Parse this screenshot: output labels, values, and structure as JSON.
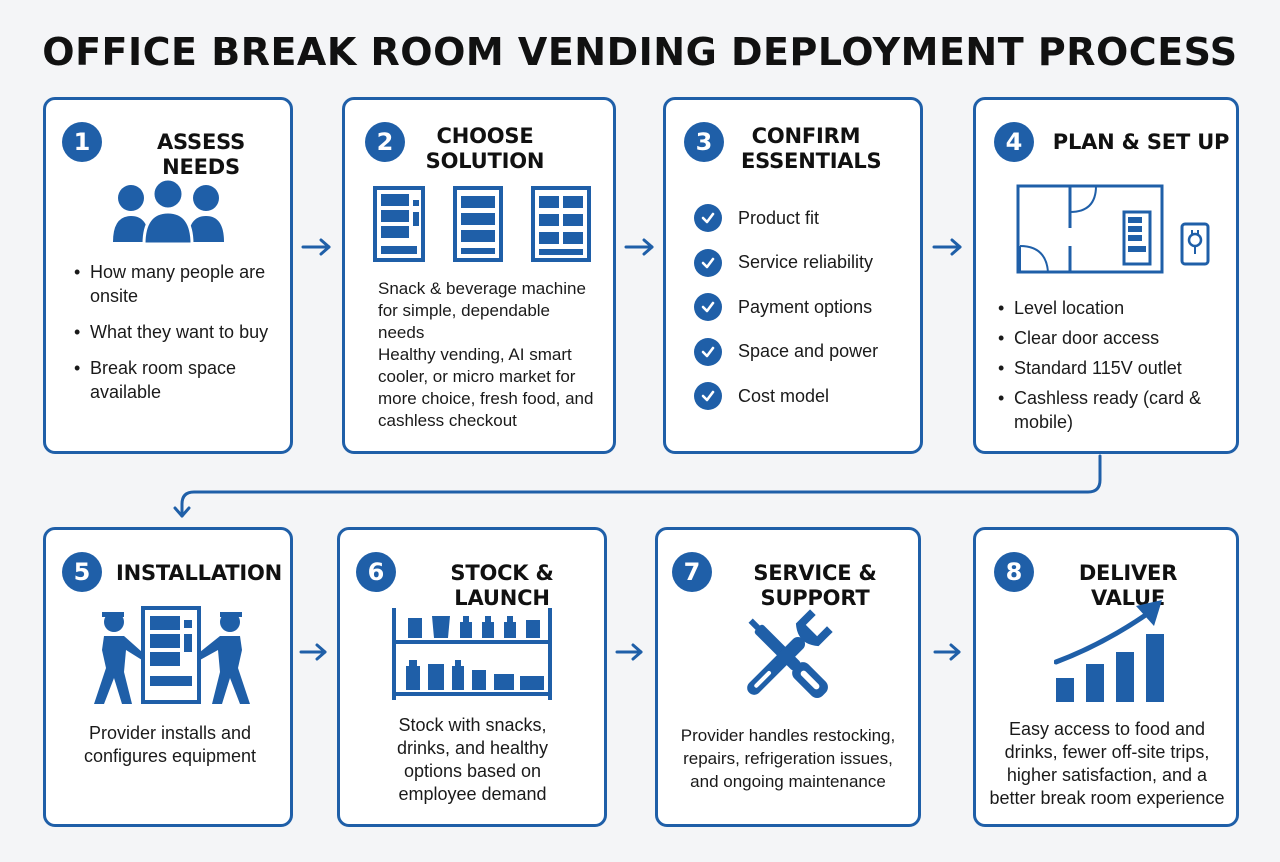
{
  "title": "OFFICE BREAK ROOM VENDING DEPLOYMENT PROCESS",
  "colors": {
    "accent": "#1f5fa8",
    "background": "#f4f5f7"
  },
  "steps": [
    {
      "number": "1",
      "title": [
        "ASSESS NEEDS"
      ],
      "icon": "people-group-icon",
      "bullets": [
        "How many people are onsite",
        "What they want to buy",
        "Break room space available"
      ]
    },
    {
      "number": "2",
      "title": [
        "CHOOSE",
        "SOLUTION"
      ],
      "icon": "vending-machines-icon",
      "paragraphs": [
        "Snack & beverage machine for simple, dependable needs",
        "Healthy vending, AI smart cooler, or micro market for more choice, fresh food, and cashless checkout"
      ]
    },
    {
      "number": "3",
      "title": [
        "CONFIRM",
        "ESSENTIALS"
      ],
      "icon": "check-icon",
      "checks": [
        "Product fit",
        "Service reliability",
        "Payment options",
        "Space and power",
        "Cost model"
      ]
    },
    {
      "number": "4",
      "title": [
        "PLAN & SET UP"
      ],
      "icon": "floor-plan-icon",
      "bullets": [
        "Level location",
        "Clear door access",
        "Standard 115V outlet",
        "Cashless ready (card & mobile)"
      ]
    },
    {
      "number": "5",
      "title": [
        "INSTALLATION"
      ],
      "icon": "installers-icon",
      "text": "Provider installs and configures equipment"
    },
    {
      "number": "6",
      "title": [
        "STOCK & LAUNCH"
      ],
      "icon": "stocked-shelf-icon",
      "text": "Stock with snacks, drinks, and healthy options based on employee demand"
    },
    {
      "number": "7",
      "title": [
        "SERVICE & SUPPORT"
      ],
      "icon": "wrench-screwdriver-icon",
      "text": "Provider handles restocking, repairs, refrigeration issues, and ongoing maintenance"
    },
    {
      "number": "8",
      "title": [
        "DELIVER VALUE"
      ],
      "icon": "growth-chart-icon",
      "text": "Easy access to food and drinks, fewer off-site trips, higher satisfaction, and a better break room experience"
    }
  ]
}
